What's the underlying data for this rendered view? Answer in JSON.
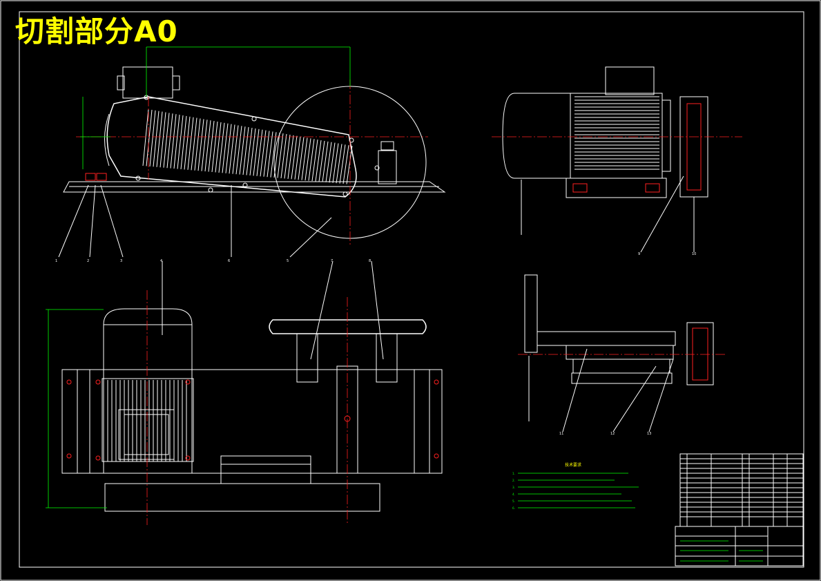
{
  "drawing_title": "切割部分A0",
  "balloons": [
    "1",
    "2",
    "3",
    "4",
    "5",
    "6",
    "7",
    "8",
    "9",
    "10",
    "11",
    "12",
    "13"
  ],
  "technical_notes": {
    "heading": "技术要求",
    "lines": [
      "1.",
      "2.",
      "3.",
      "4.",
      "5.",
      "6."
    ]
  },
  "colors": {
    "background": "#000000",
    "outline": "#ffffff",
    "centerline": "#ff2020",
    "dimension": "#00ff00",
    "title": "#ffff00"
  }
}
